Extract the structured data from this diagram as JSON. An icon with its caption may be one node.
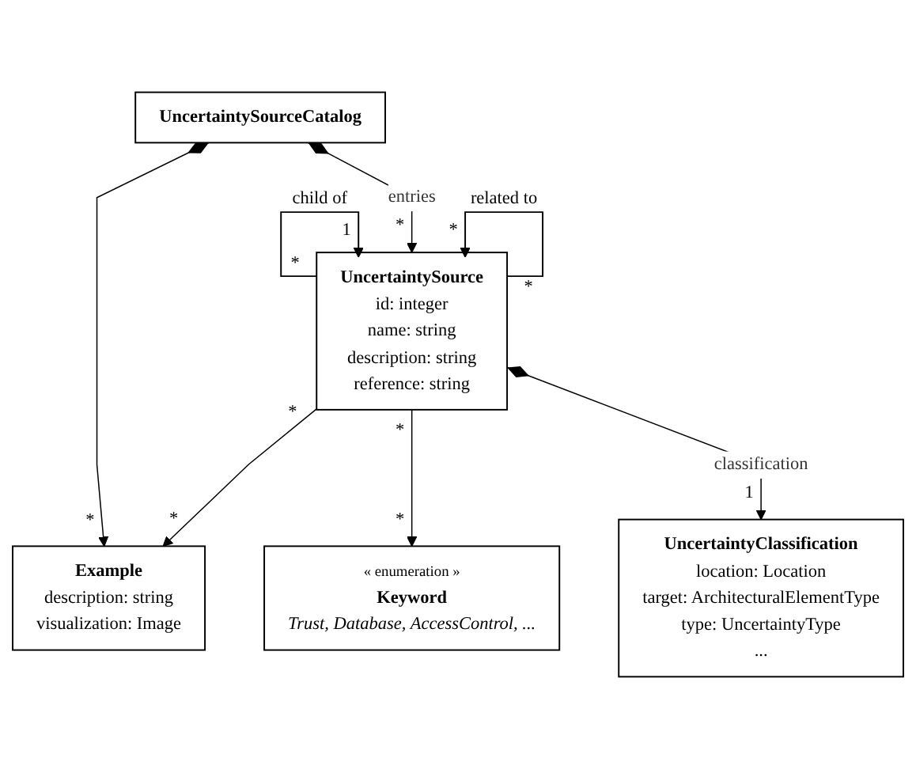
{
  "diagram": {
    "nodes": [
      {
        "text": [
          "UncertaintySourceCatalog"
        ]
      },
      {
        "text": [
          "UncertaintySource",
          "id: integer",
          "name: string",
          "description: string",
          "reference: string"
        ]
      },
      {
        "text": [
          "Example",
          "description: string",
          "visualization: Image"
        ]
      },
      {
        "text": [
          "« enumeration »",
          "Keyword",
          "Trust, Database, AccessControl, ..."
        ]
      },
      {
        "text": [
          "UncertaintyClassification",
          "location: Location",
          "target: ArchitecturalElementType",
          "type: UncertaintyType",
          "..."
        ]
      }
    ],
    "edges": [
      {
        "from": 0,
        "to": 2,
        "arrow": "to"
      },
      {
        "from": 0,
        "to": 1,
        "arrow": "to",
        "label": "entries"
      },
      {
        "from": 1,
        "to": 1,
        "arrow": "to",
        "label": "child of"
      },
      {
        "from": 1,
        "to": 1,
        "arrow": "to",
        "label": "related to"
      },
      {
        "from": 1,
        "to": 2,
        "arrow": "to"
      },
      {
        "from": 1,
        "to": 3,
        "arrow": "to"
      },
      {
        "from": 1,
        "to": 4,
        "arrow": "to",
        "label": "classification"
      }
    ],
    "labels": [
      "1",
      "*",
      "*",
      "*",
      "*",
      "*",
      "*",
      "*",
      "*",
      "*",
      "1"
    ]
  }
}
